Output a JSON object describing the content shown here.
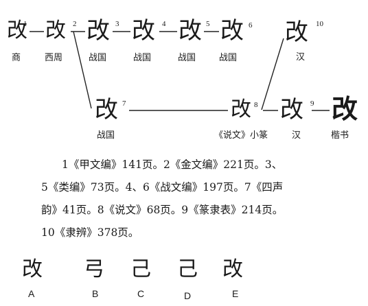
{
  "top_row": [
    {
      "n": "1",
      "glyph": "改",
      "label": "商"
    },
    {
      "n": "",
      "glyph": "改",
      "label": "西周"
    },
    {
      "n": "3",
      "glyph": "改",
      "label": "战国"
    },
    {
      "n": "4",
      "glyph": "改",
      "label": "战国"
    },
    {
      "n": "5",
      "glyph": "改",
      "label": "战国"
    },
    {
      "n": "6",
      "glyph": "改",
      "label": "战国"
    }
  ],
  "branch_node_number": "2",
  "han_top": {
    "n": "10",
    "glyph": "改",
    "label": "汉"
  },
  "lower_row": [
    {
      "n": "7",
      "glyph": "改",
      "label": "战国"
    },
    {
      "n": "8",
      "glyph": "改",
      "label": "《说文》小篆"
    },
    {
      "n": "9",
      "glyph": "改",
      "label": "汉"
    },
    {
      "n": "",
      "glyph": "改",
      "label": "楷书"
    }
  ],
  "notes": [
    "1《甲文编》141页。2《金文编》221页。3、",
    "5《类编》73页。4、6《战文编》197页。7《四声",
    "韵》41页。8《说文》68页。9《篆隶表》214页。",
    "10《隶辨》378页。"
  ],
  "variants": [
    {
      "glyph": "改",
      "label": "A"
    },
    {
      "glyph": "弓",
      "label": "B"
    },
    {
      "glyph": "己",
      "label": "C"
    },
    {
      "glyph": "己",
      "label": "D"
    },
    {
      "glyph": "改",
      "label": "E"
    }
  ]
}
